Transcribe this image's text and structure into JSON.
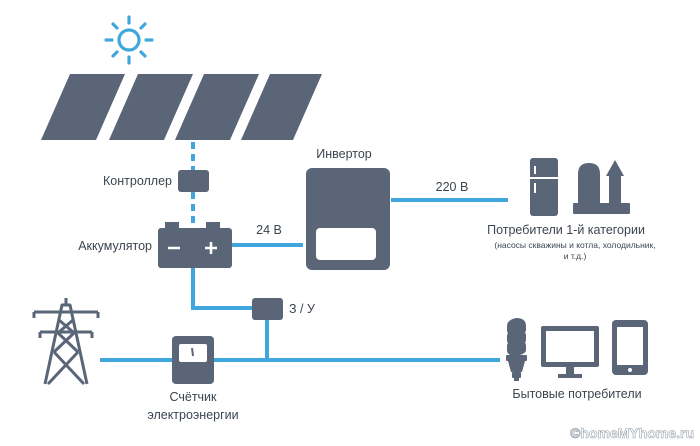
{
  "labels": {
    "controller": "Контроллер",
    "battery": "Аккумулятор",
    "inverter": "Инвертор",
    "v24": "24 В",
    "v220": "220 В",
    "charger": "З / У",
    "consumers1_title": "Потребители 1-й категории",
    "consumers1_note_line1": "(насосы скважины и котла, холодильник,",
    "consumers1_note_line2": "и т.д.)",
    "meter_line1": "Счётчик",
    "meter_line2": "электроэнергии",
    "household": "Бытовые потребители",
    "watermark": "©homeMYhome.ru"
  },
  "colors": {
    "line": "#3fa7dc",
    "device": "#5a6677",
    "text": "#3c4550",
    "sun": "#3fa7dc"
  },
  "icons": [
    "sun-icon",
    "solar-panel-icon",
    "battery-icon",
    "inverter-icon",
    "fridge-icon",
    "boiler-icon",
    "power-tower-icon",
    "electric-meter-icon",
    "lamp-icon",
    "monitor-icon",
    "tablet-icon"
  ]
}
